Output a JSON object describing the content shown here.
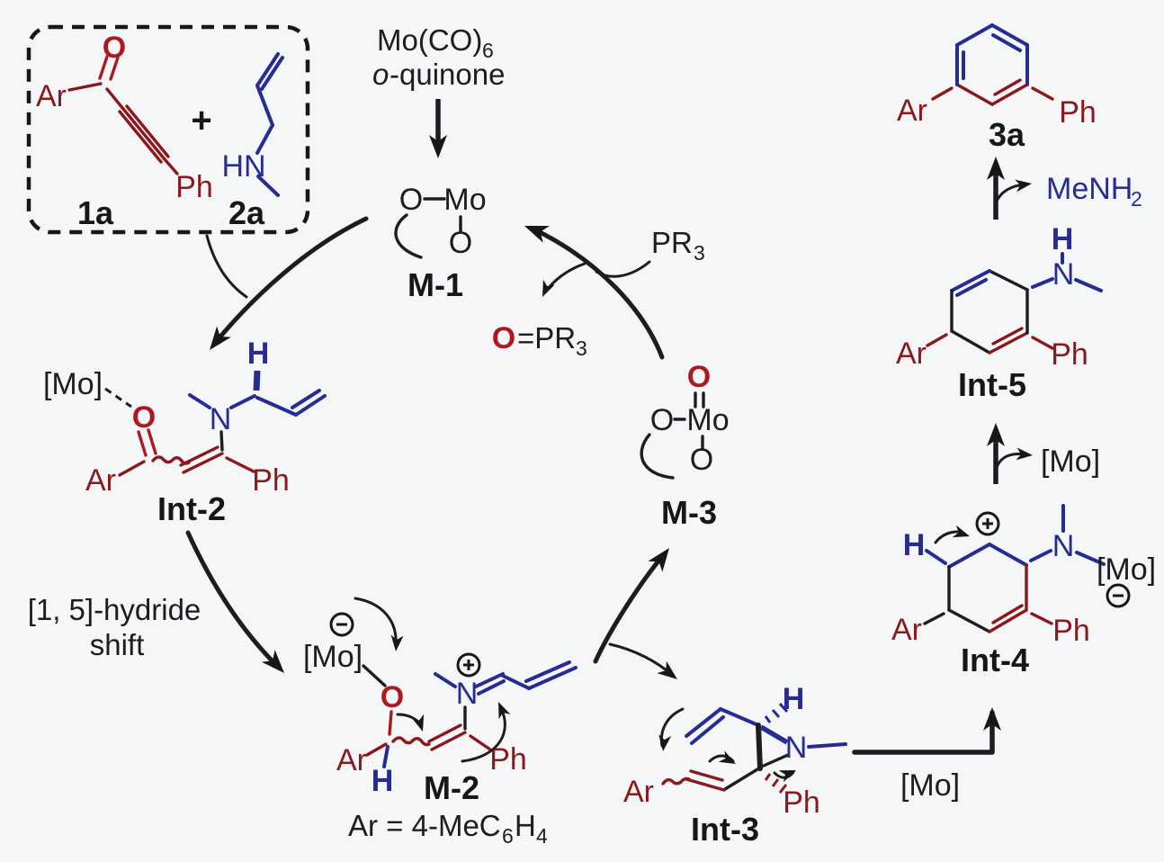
{
  "colors": {
    "background": "#f5f6f8",
    "black": "#1d1d20",
    "maroon": "#8a191d",
    "red": "#ab1a20",
    "blue": "#262c91"
  },
  "starting_materials_box": {
    "compound_1a": {
      "ar": "Ar",
      "carbonyl_o": "O",
      "ph": "Ph",
      "label": "1a"
    },
    "plus_sign": "+",
    "compound_2a": {
      "hn": "HN",
      "label": "2a"
    }
  },
  "precatalyst": {
    "formula_main": "Mo(CO)",
    "formula_sub": "6",
    "ligand_prefix": "o",
    "ligand_rest": "-quinone"
  },
  "m1": {
    "o_left": "O",
    "mo": "Mo",
    "o_bottom": "O",
    "label": "M-1"
  },
  "phosphine_in": {
    "main": "PR",
    "sub": "3"
  },
  "phosphine_oxide_out": {
    "o": "O",
    "main": "=PR",
    "sub": "3"
  },
  "m3": {
    "oxo": "O",
    "o_left": "O",
    "mo": "Mo",
    "o_bottom": "O",
    "label": "M-3"
  },
  "int2": {
    "mo": "[Mo]",
    "o": "O",
    "ar": "Ar",
    "n": "N",
    "h": "H",
    "ph": "Ph",
    "label": "Int-2"
  },
  "step_hydride_shift": {
    "line1": "[1, 5]-hydride",
    "line2": "shift"
  },
  "m2": {
    "mo": "[Mo]",
    "o": "O",
    "ar": "Ar",
    "h": "H",
    "n": "N",
    "ph": "Ph",
    "label": "M-2",
    "ar_definition": {
      "main": "Ar = 4-MeC",
      "sub1": "6",
      "h": "H",
      "sub2": "4"
    }
  },
  "int3": {
    "ar": "Ar",
    "h": "H",
    "n": "N",
    "ph": "Ph",
    "label": "Int-3"
  },
  "step_mo_transfer": {
    "label": "[Mo]"
  },
  "int4": {
    "h": "H",
    "n": "N",
    "mo": "[Mo]",
    "ar": "Ar",
    "ph": "Ph",
    "label": "Int-4"
  },
  "step_mo_release": {
    "label": "[Mo]"
  },
  "int5": {
    "h": "H",
    "n": "N",
    "ar": "Ar",
    "ph": "Ph",
    "label": "Int-5"
  },
  "product_3a": {
    "ar": "Ar",
    "ph": "Ph",
    "label": "3a"
  },
  "byproduct_amine": {
    "main": "MeNH",
    "sub": "2"
  }
}
